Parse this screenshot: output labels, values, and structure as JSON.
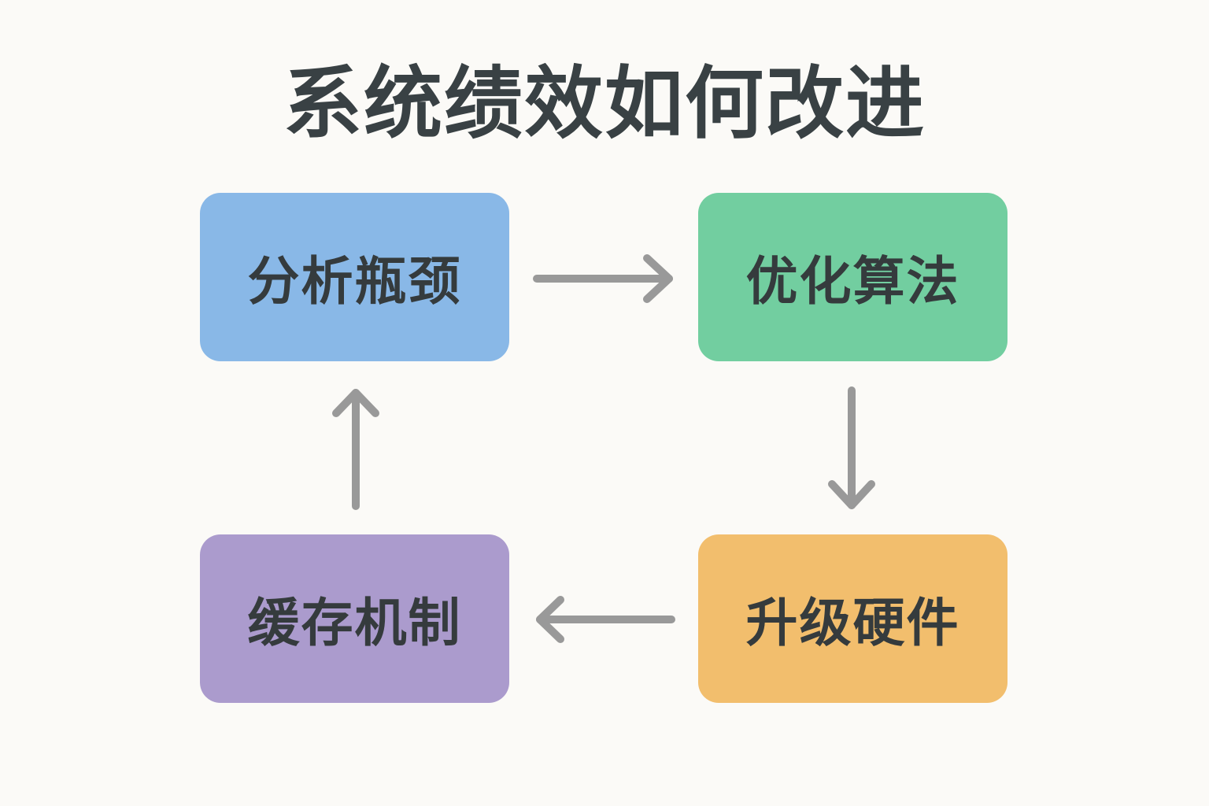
{
  "title": "系统绩效如何改进",
  "nodes": [
    {
      "label": "分析瓶颈",
      "color": "#89b8e7"
    },
    {
      "label": "优化算法",
      "color": "#72cea0"
    },
    {
      "label": "升级硬件",
      "color": "#f2be6d"
    },
    {
      "label": "缓存机制",
      "color": "#ab9bcd"
    }
  ],
  "arrow_color": "#999999"
}
